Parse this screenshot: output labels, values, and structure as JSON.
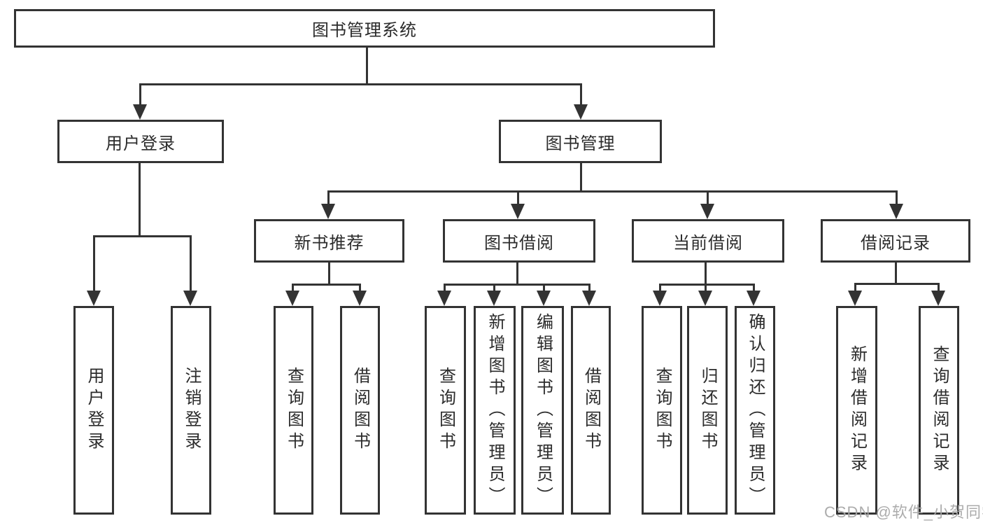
{
  "diagram": {
    "title": "图书管理系统",
    "branches": [
      {
        "label": "用户登录",
        "children": [
          {
            "label": "用户登录"
          },
          {
            "label": "注销登录"
          }
        ]
      },
      {
        "label": "图书管理",
        "children": [
          {
            "label": "新书推荐",
            "children": [
              {
                "label": "查询图书"
              },
              {
                "label": "借阅图书"
              }
            ]
          },
          {
            "label": "图书借阅",
            "children": [
              {
                "label": "查询图书"
              },
              {
                "label": "新增图书（管理员）"
              },
              {
                "label": "编辑图书（管理员）"
              },
              {
                "label": "借阅图书"
              }
            ]
          },
          {
            "label": "当前借阅",
            "children": [
              {
                "label": "查询图书"
              },
              {
                "label": "归还图书"
              },
              {
                "label": "确认归还（管理员）"
              }
            ]
          },
          {
            "label": "借阅记录",
            "children": [
              {
                "label": "新增借阅记录"
              },
              {
                "label": "查询借阅记录"
              }
            ]
          }
        ]
      }
    ]
  },
  "watermark": {
    "text": "CSDN @软件_小贺同学",
    "color": "#a8a8a8"
  },
  "colors": {
    "line": "#333333",
    "box_border": "#333333",
    "text": "#2b2b2b",
    "background": "#ffffff"
  }
}
